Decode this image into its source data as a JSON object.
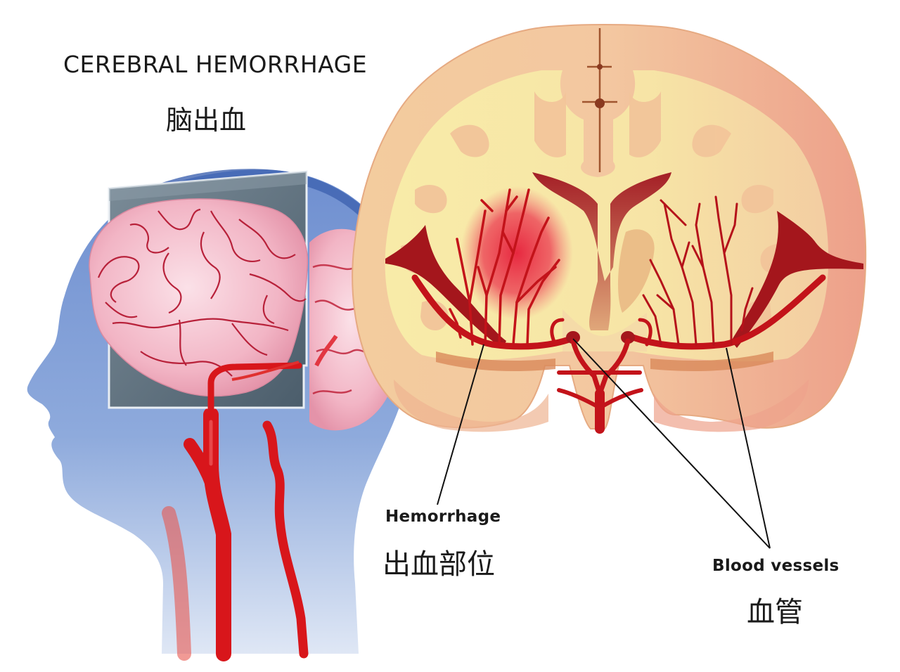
{
  "title": {
    "english": "CEREBRAL HEMORRHAGE",
    "chinese": "脑出血"
  },
  "labels": {
    "hemorrhage": {
      "english": "Hemorrhage",
      "chinese": "出血部位"
    },
    "blood_vessels": {
      "english": "Blood vessels",
      "chinese": "血管"
    }
  },
  "figures": {
    "left": "head-silhouette-with-brain-and-carotid-arteries",
    "right": "coronal-brain-section-with-hemorrhage"
  },
  "colors": {
    "background": "#ffffff",
    "head_silhouette": "#7f9bd4",
    "head_outline_dark": "#3f63b0",
    "brain_pink": "#f1b7c6",
    "artery_red": "#d8161b",
    "panel_gray": "#5e7080",
    "white_matter": "#f7eaa5",
    "gray_matter": "#f2c59a",
    "cortex_right": "#eea38c",
    "ventricle": "#a8292a",
    "hemorrhage": "#e8283e",
    "vessel_dark_red": "#b5121a",
    "leader_line": "#111111",
    "text": "#1a1a1a"
  }
}
